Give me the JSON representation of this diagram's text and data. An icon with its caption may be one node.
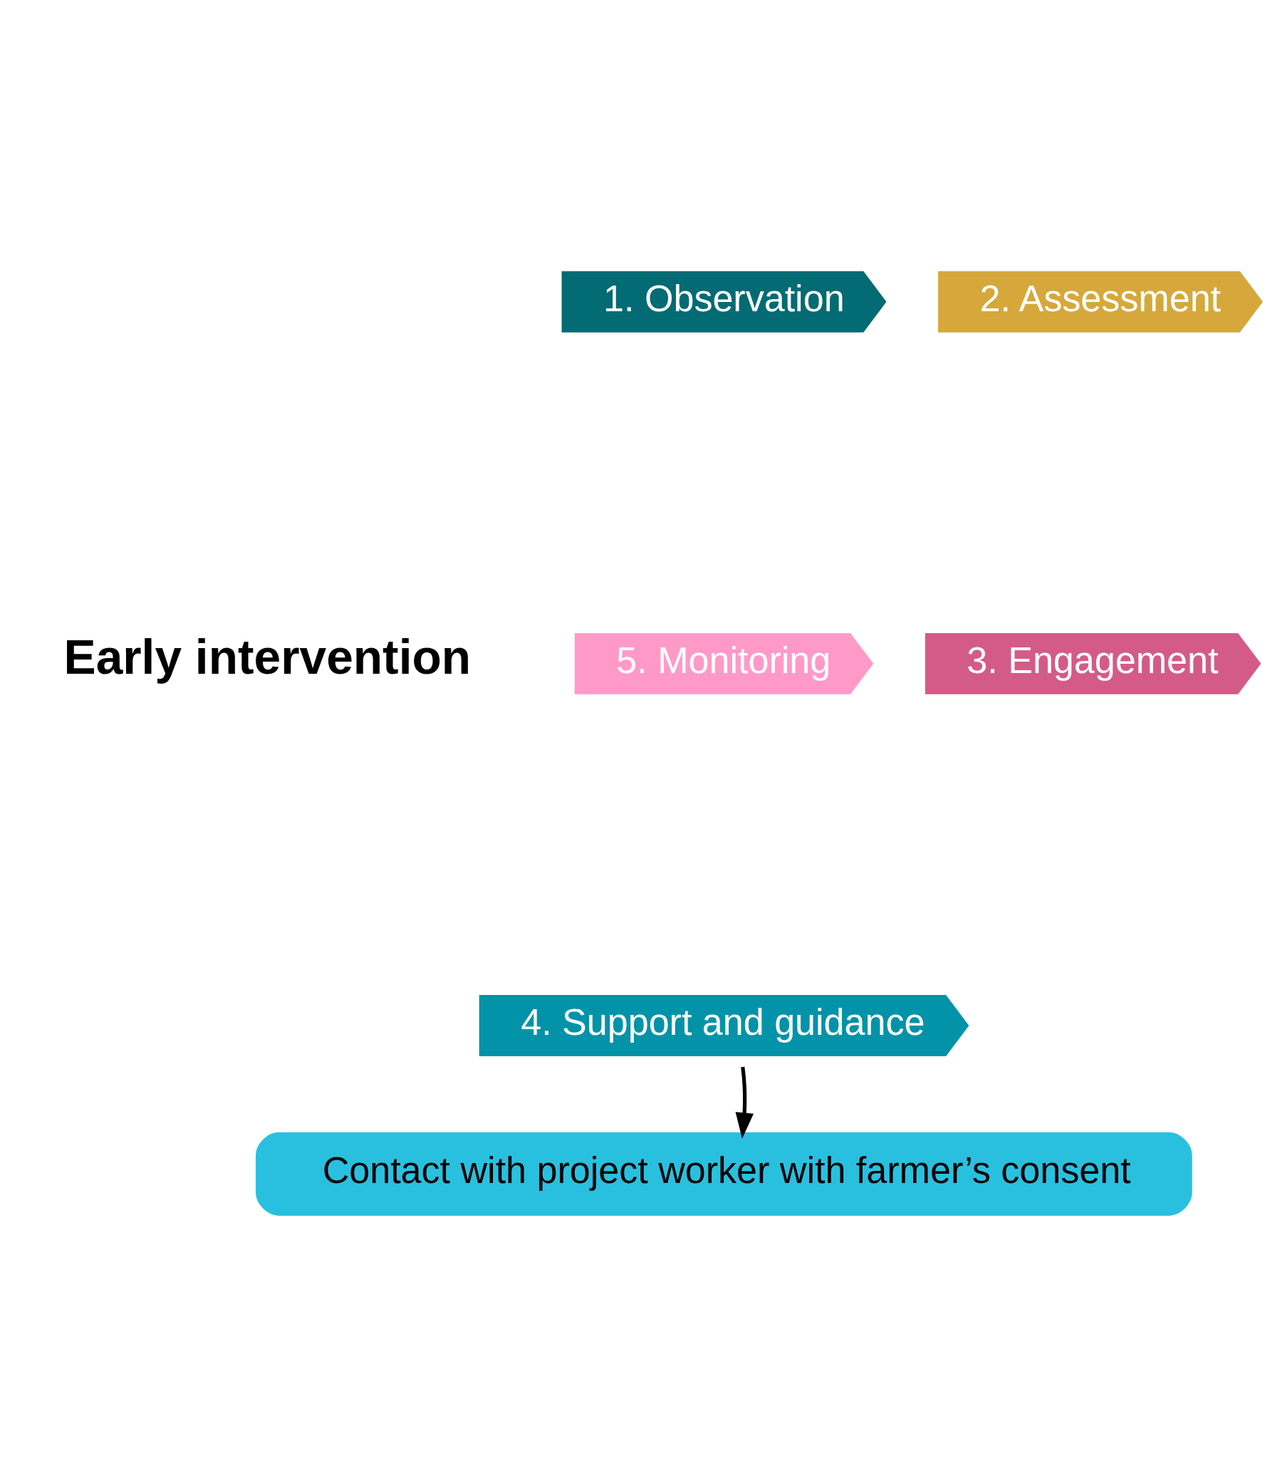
{
  "diagram": {
    "nodes": [
      {
        "text": [
          "Early intervention"
        ]
      },
      {
        "text": [
          "1. Observation"
        ]
      },
      {
        "text": [
          "2. Assessment"
        ]
      },
      {
        "text": [
          "3. Engagement"
        ]
      },
      {
        "text": [
          "4. Support and guidance"
        ]
      },
      {
        "text": [
          "5. Monitoring"
        ]
      },
      {
        "text": [
          "Contact with project worker with farmer’s consent"
        ]
      }
    ],
    "edges": [
      {
        "from": 4,
        "to": 6,
        "arrow": "to"
      }
    ]
  }
}
